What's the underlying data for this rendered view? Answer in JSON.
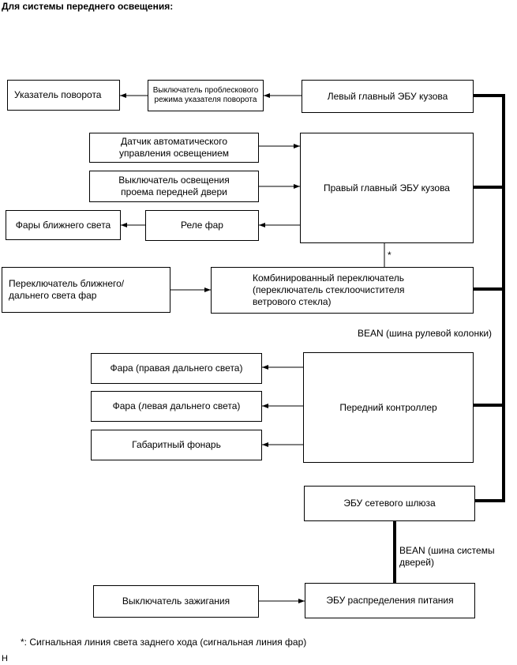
{
  "title": "Для системы переднего освещения:",
  "boxes": {
    "turn_indicator": "Указатель поворота",
    "flasher_switch": "Выключатель проблескового\nрежима указателя поворота",
    "left_body_ecu": "Левый главный ЭБУ кузова",
    "auto_light_sensor": "Датчик автоматического\nуправления освещением",
    "door_light_switch": "Выключатель освещения\nпроема передней двери",
    "right_body_ecu": "Правый главный ЭБУ кузова",
    "low_beam_headlights": "Фары ближнего света",
    "headlight_relay": "Реле фар",
    "dimmer_switch": "Переключатель ближнего/\nдальнего света фар",
    "combination_switch": "Комбинированный переключатель\n(переключатель стеклоочистителя\nветрового стекла)",
    "headlight_right_high": "Фара (правая дальнего света)",
    "headlight_left_high": "Фара (левая дальнего света)",
    "clearance_lamp": "Габаритный фонарь",
    "front_controller": "Передний контроллер",
    "gateway_ecu": "ЭБУ сетевого шлюза",
    "ignition_switch": "Выключатель зажигания",
    "power_dist_ecu": "ЭБУ распределения питания"
  },
  "labels": {
    "asterisk": "*",
    "bean_steering": "BEAN (шина рулевой колонки)",
    "bean_door": "BEAN (шина системы\nдверей)",
    "footnote": "*: Сигнальная линия света заднего хода (сигнальная линия фар)",
    "corner_mark": "H"
  }
}
